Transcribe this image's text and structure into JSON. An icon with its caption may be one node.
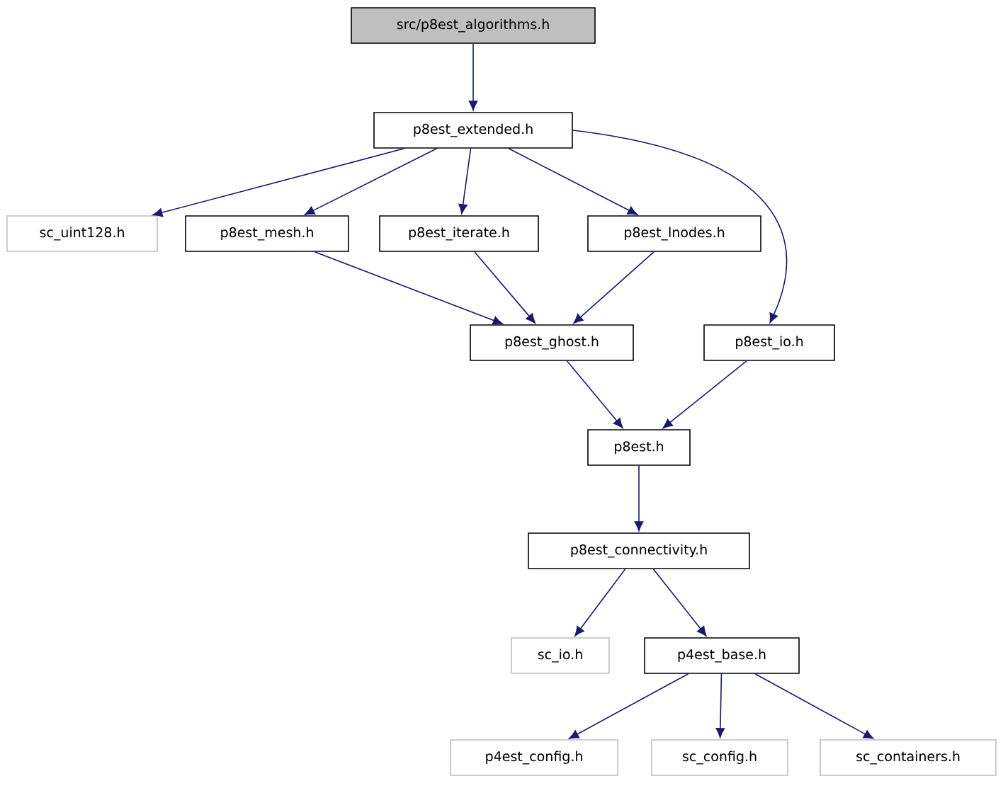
{
  "diagram": {
    "nodes": [
      {
        "text": [
          "src/p8est_algorithms.h"
        ]
      },
      {
        "text": [
          "p8est_extended.h"
        ]
      },
      {
        "text": [
          "sc_uint128.h"
        ]
      },
      {
        "text": [
          "p8est_mesh.h"
        ]
      },
      {
        "text": [
          "p8est_iterate.h"
        ]
      },
      {
        "text": [
          "p8est_lnodes.h"
        ]
      },
      {
        "text": [
          "p8est_ghost.h"
        ]
      },
      {
        "text": [
          "p8est_io.h"
        ]
      },
      {
        "text": [
          "p8est.h"
        ]
      },
      {
        "text": [
          "p8est_connectivity.h"
        ]
      },
      {
        "text": [
          "sc_io.h"
        ]
      },
      {
        "text": [
          "p4est_base.h"
        ]
      },
      {
        "text": [
          "p4est_config.h"
        ]
      },
      {
        "text": [
          "sc_config.h"
        ]
      },
      {
        "text": [
          "sc_containers.h"
        ]
      }
    ],
    "edges": [
      {
        "from": 0,
        "to": 1,
        "arrow": "to"
      },
      {
        "from": 1,
        "to": 2,
        "arrow": "to"
      },
      {
        "from": 1,
        "to": 3,
        "arrow": "to"
      },
      {
        "from": 1,
        "to": 4,
        "arrow": "to"
      },
      {
        "from": 1,
        "to": 5,
        "arrow": "to"
      },
      {
        "from": 1,
        "to": 7,
        "arrow": "to"
      },
      {
        "from": 3,
        "to": 6,
        "arrow": "to"
      },
      {
        "from": 4,
        "to": 6,
        "arrow": "to"
      },
      {
        "from": 5,
        "to": 6,
        "arrow": "to"
      },
      {
        "from": 6,
        "to": 8,
        "arrow": "to"
      },
      {
        "from": 7,
        "to": 8,
        "arrow": "to"
      },
      {
        "from": 8,
        "to": 9,
        "arrow": "to"
      },
      {
        "from": 9,
        "to": 10,
        "arrow": "to"
      },
      {
        "from": 9,
        "to": 11,
        "arrow": "to"
      },
      {
        "from": 11,
        "to": 12,
        "arrow": "to"
      },
      {
        "from": 11,
        "to": 13,
        "arrow": "to"
      },
      {
        "from": 11,
        "to": 14,
        "arrow": "to"
      }
    ]
  }
}
